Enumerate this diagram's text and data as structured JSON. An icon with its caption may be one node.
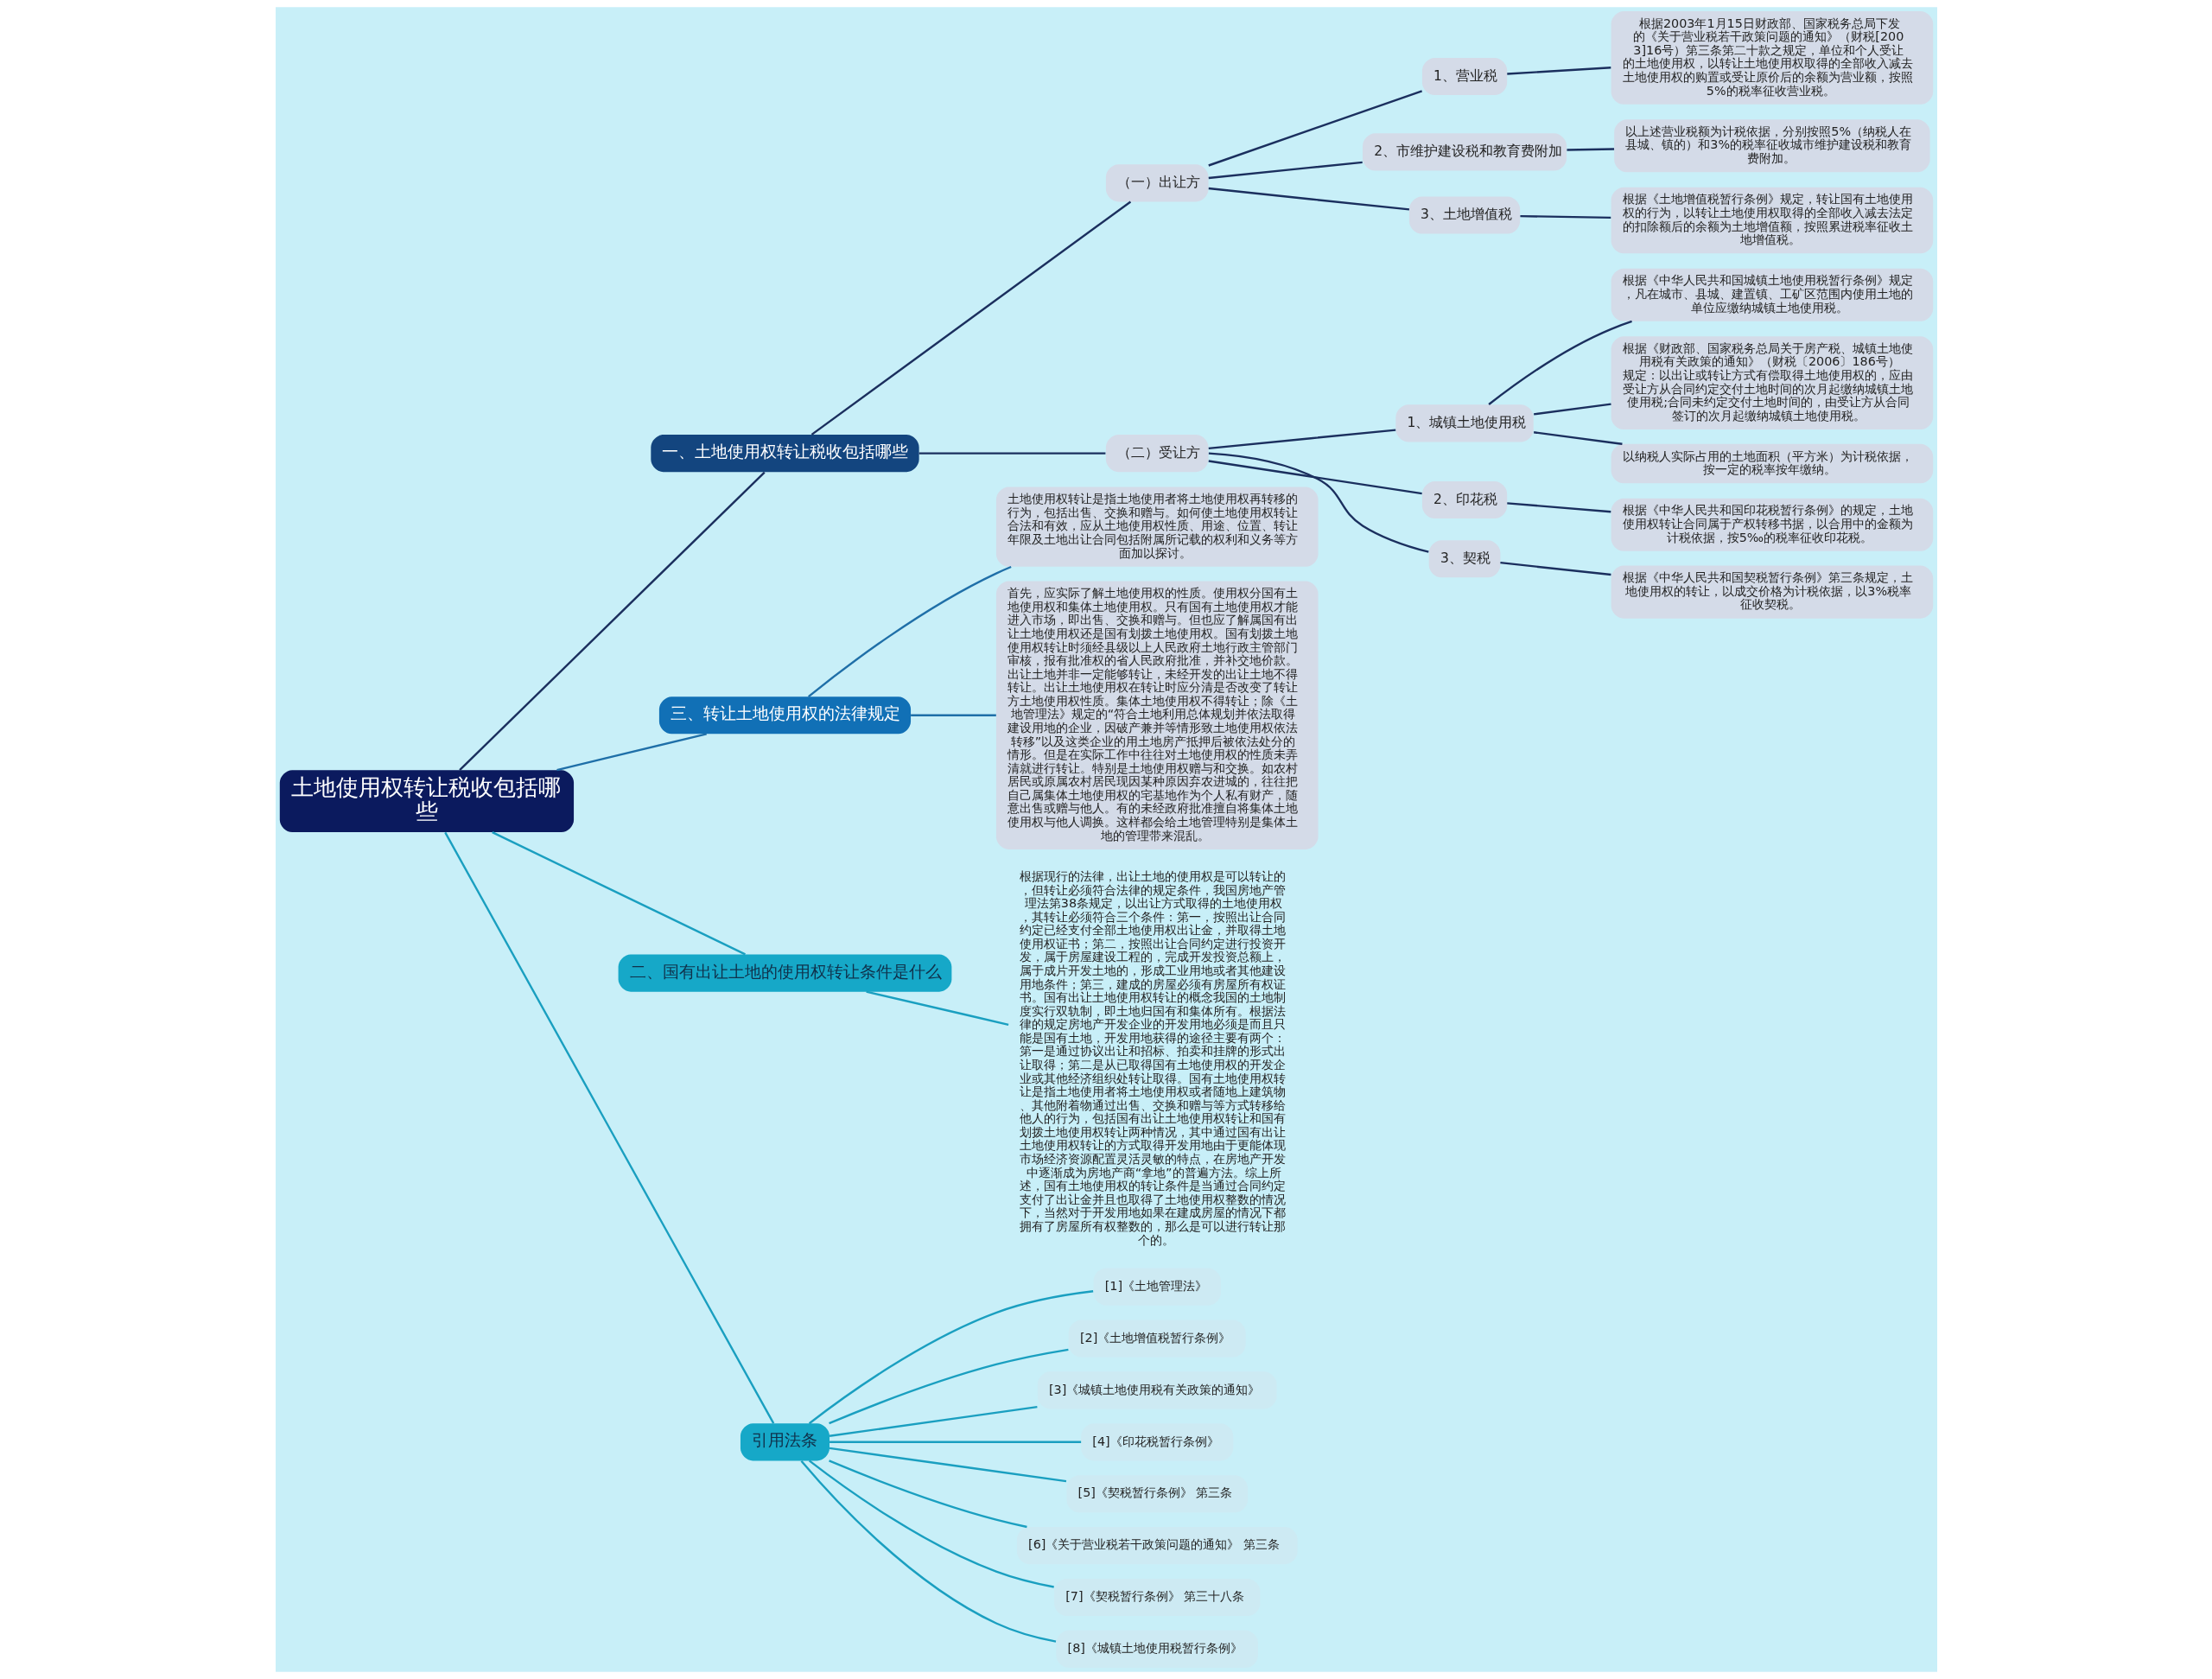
{
  "diagram": {
    "nodes": [
      {
        "text": [
          "土地使用权转让税收包括哪些"
        ]
      },
      {
        "text": [
          "一、土地使用权转让税收包括哪些"
        ]
      },
      {
        "text": [
          "（一）出让方"
        ]
      },
      {
        "text": [
          "1、营业税"
        ]
      },
      {
        "text": [
          "根据2003年1月15日财政部、国家税务总局下发的《关于营业税若干政策问题的通知》（财税[2003]16号）第三条第二十款之规定，单位和个人受让的土地使用权，以转让土地使用权取得的全部收入减去土地使用权的购置或受让原价后的余额为营业额，按照5%的税率征收营业税。"
        ]
      },
      {
        "text": [
          "2、市维护建设税和教育费附加"
        ]
      },
      {
        "text": [
          "以上述营业税额为计税依据，分别按照5%（纳税人在县城、镇的）和3%的税率征收城市维护建设税和教育费附加。"
        ]
      },
      {
        "text": [
          "3、土地增值税"
        ]
      },
      {
        "text": [
          "根据《土地增值税暂行条例》规定，转让国有土地使用权的行为，以转让土地使用权取得的全部收入减去法定的扣除额后的余额为土地增值额，按照累进税率征收土地增值税。"
        ]
      },
      {
        "text": [
          "（二）受让方"
        ]
      },
      {
        "text": [
          "1、城镇土地使用税"
        ]
      },
      {
        "text": [
          "根据《中华人民共和国城镇土地使用税暂行条例》规定，凡在城市、县城、建置镇、工矿区范围内使用土地的单位应缴纳城镇土地使用税。"
        ]
      },
      {
        "text": [
          "根据《财政部、国家税务总局关于房产税、城镇土地使用税有关政策的通知》（财税〔2006〕186号）规定：以出让或转让方式有偿取得土地使用权的，应由受让方从合同约定交付土地时间的次月起缴纳城镇土地使用税;合同未约定交付土地时间的，由受让方从合同签订的次月起缴纳城镇土地使用税。"
        ]
      },
      {
        "text": [
          "以纳税人实际占用的土地面积（平方米）为计税依据，按一定的税率按年缴纳。"
        ]
      },
      {
        "text": [
          "2、印花税"
        ]
      },
      {
        "text": [
          "根据《中华人民共和国印花税暂行条例》的规定，土地使用权转让合同属于产权转移书据，以合用中的金额为计税依据，按5‰的税率征收印花税。"
        ]
      },
      {
        "text": [
          "3、契税"
        ]
      },
      {
        "text": [
          "根据《中华人民共和国契税暂行条例》第三条规定，土地使用权的转让，以成交价格为计税依据，以3%税率征收契税。"
        ]
      },
      {
        "text": [
          "三、转让土地使用权的法律规定"
        ]
      },
      {
        "text": [
          "土地使用权转让是指土地使用者将土地使用权再转移的行为，包括出售、交换和赠与。如何使土地使用权转让合法和有效，应从土地使用权性质、用途、位置、转让年限及土地出让合同包括附属所记载的权利和义务等方面加以探讨。"
        ]
      },
      {
        "text": [
          "首先，应实际了解土地使用权的性质。使用权分国有土地使用权和集体土地使用权。只有国有土地使用权才能进入市场，即出售、交换和赠与。但也应了解属国有出让土地使用权还是国有划拨土地使用权。国有划拨土地使用权转让时须经县级以上人民政府土地行政主管部门审核，报有批准权的省人民政府批准，并补交地价款。出让土地并非一定能够转让，未经开发的出让土地不得转让。出让土地使用权在转让时应分清是否改变了转让方土地使用权性质。集体土地使用权不得转让；除《土地管理法》规定的“符合土地利用总体规划并依法取得建设用地的企业，因破产兼并等情形致土地使用权依法转移”以及这类企业的用土地房产抵押后被依法处分的情形。但是在实际工作中往往对土地使用权的性质未弄清就进行转让。特别是土地使用权赠与和交换。如农村居民或原属农村居民现因某种原因弃农进城的，往往把自己属集体土地使用权的宅基地作为个人私有财产，随意出售或赠与他人。有的未经政府批准擅自将集体土地使用权与他人调换。这样都会给土地管理特别是集体土地的管理带来混乱。"
        ]
      },
      {
        "text": [
          "二、国有出让土地的使用权转让条件是什么"
        ]
      },
      {
        "text": [
          "根据现行的法律，出让土地的使用权是可以转让的，但转让必须符合法律的规定条件，我国房地产管理法第38条规定，以出让方式取得的土地使用权，其转让必须符合三个条件：第一，按照出让合同约定已经支付全部土地使用权出让金，并取得土地使用权证书；第二，按照出让合同约定进行投资开发，属于房屋建设工程的，完成开发投资总额上，属于成片开发土地的，形成工业用地或者其他建设用地条件；第三，建成的房屋必须有房屋所有权证书。国有出让土地使用权转让的概念我国的土地制度实行双轨制，即土地归国有和集体所有。根据法律的规定房地产开发企业的开发用地必须是而且只能是国有土地，开发用地获得的途径主要有两个：第一是通过协议出让和招标、拍卖和挂牌的形式出让取得；第二是从已取得国有土地使用权的开发企业或其他经济组织处转让取得。国有土地使用权转让是指土地使用者将土地使用权或者随地上建筑物、其他附着物通过出售、交换和赠与等方式转移给他人的行为，包括国有出让土地使用权转让和国有划拨土地使用权转让两种情况，其中通过国有出让土地使用权转让的方式取得开发用地由于更能体现市场经济资源配置灵活灵敏的特点，在房地产开发中逐渐成为房地产商“拿地”的普遍方法。综上所述，国有土地使用权的转让条件是当通过合同约定支付了出让金并且也取得了土地使用权整数的情况下，当然对于开发用地如果在建成房屋的情况下都拥有了房屋所有权整数的，那么是可以进行转让那个的。"
        ]
      },
      {
        "text": [
          "引用法条"
        ]
      },
      {
        "text": [
          "[1]《土地管理法》"
        ]
      },
      {
        "text": [
          "[2]《土地增值税暂行条例》"
        ]
      },
      {
        "text": [
          "[3]《城镇土地使用税有关政策的通知》"
        ]
      },
      {
        "text": [
          "[4]《印花税暂行条例》"
        ]
      },
      {
        "text": [
          "[5]《契税暂行条例》 第三条"
        ]
      },
      {
        "text": [
          "[6]《关于营业税若干政策问题的通知》 第三条"
        ]
      },
      {
        "text": [
          "[7]《契税暂行条例》 第三十八条"
        ]
      },
      {
        "text": [
          "[8]《城镇土地使用税暂行条例》"
        ]
      }
    ],
    "edges": [
      {
        "from": 0,
        "to": 1,
        "arrow": "none"
      },
      {
        "from": 1,
        "to": 2,
        "arrow": "none"
      },
      {
        "from": 2,
        "to": 3,
        "arrow": "none"
      },
      {
        "from": 3,
        "to": 4,
        "arrow": "none"
      },
      {
        "from": 2,
        "to": 5,
        "arrow": "none"
      },
      {
        "from": 5,
        "to": 6,
        "arrow": "none"
      },
      {
        "from": 2,
        "to": 7,
        "arrow": "none"
      },
      {
        "from": 7,
        "to": 8,
        "arrow": "none"
      },
      {
        "from": 1,
        "to": 9,
        "arrow": "none"
      },
      {
        "from": 9,
        "to": 10,
        "arrow": "none"
      },
      {
        "from": 10,
        "to": 11,
        "arrow": "none"
      },
      {
        "from": 10,
        "to": 12,
        "arrow": "none"
      },
      {
        "from": 10,
        "to": 13,
        "arrow": "none"
      },
      {
        "from": 9,
        "to": 14,
        "arrow": "none"
      },
      {
        "from": 14,
        "to": 15,
        "arrow": "none"
      },
      {
        "from": 9,
        "to": 16,
        "arrow": "none"
      },
      {
        "from": 16,
        "to": 17,
        "arrow": "none"
      },
      {
        "from": 0,
        "to": 18,
        "arrow": "none",
        "color": "#1f6fa8"
      },
      {
        "from": 18,
        "to": 19,
        "arrow": "none",
        "color": "#1f6fa8"
      },
      {
        "from": 18,
        "to": 20,
        "arrow": "none",
        "color": "#1f6fa8"
      },
      {
        "from": 0,
        "to": 21,
        "arrow": "none",
        "color": "#1a9fc0"
      },
      {
        "from": 21,
        "to": 22,
        "arrow": "none",
        "color": "#1a9fc0"
      },
      {
        "from": 0,
        "to": 23,
        "arrow": "none",
        "color": "#1a9fc0"
      },
      {
        "from": 23,
        "to": 24,
        "arrow": "none",
        "color": "#1a9fc0"
      },
      {
        "from": 23,
        "to": 25,
        "arrow": "none",
        "color": "#1a9fc0"
      },
      {
        "from": 23,
        "to": 26,
        "arrow": "none",
        "color": "#1a9fc0"
      },
      {
        "from": 23,
        "to": 27,
        "arrow": "none",
        "color": "#1a9fc0"
      },
      {
        "from": 23,
        "to": 28,
        "arrow": "none",
        "color": "#1a9fc0"
      },
      {
        "from": 23,
        "to": 29,
        "arrow": "none",
        "color": "#1a9fc0"
      },
      {
        "from": 23,
        "to": 30,
        "arrow": "none",
        "color": "#1a9fc0"
      },
      {
        "from": 23,
        "to": 31,
        "arrow": "none",
        "color": "#1a9fc0"
      }
    ]
  }
}
